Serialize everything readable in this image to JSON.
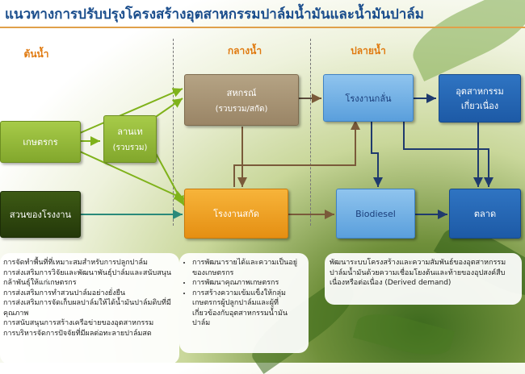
{
  "title": "แนวทางการปรับปรุงโครงสร้างอุตสาหกรรมปาล์มน้ำมันและน้ำมันปาล์ม",
  "phases": {
    "upstream": "ต้นน้ำ",
    "midstream": "กลางน้ำ",
    "downstream": "ปลายน้ำ"
  },
  "nodes": {
    "farmer": "เกษตรกร",
    "lan_te": "ลานเท",
    "lan_te_sub": "(รวบรวม)",
    "factory_garden": "สวนของโรงงาน",
    "cooperative": "สหกรณ์",
    "cooperative_sub": "(รวบรวม/สกัด)",
    "extraction_plant": "โรงงานสกัด",
    "refinery": "โรงงานกลั่น",
    "biodiesel": "Biodiesel",
    "related_industry_line1": "อุตสาหกรรม",
    "related_industry_line2": "เกี่ยวเนื่อง",
    "market": "ตลาด"
  },
  "notes": {
    "upstream": [
      "การจัดทำพื้นที่ที่เหมาะสมสำหรับการปลูกปาล์ม",
      "การส่งเสริมการวิจัยและพัฒนาพันธุ์ปาล์มและสนับสนุนกล้าพันธุ์ให้แก่เกษตรกร",
      "การส่งเสริมการทำสวนปาล์มอย่างยั่งยืน",
      "การส่งเสริมการจัดเก็บผลปาล์มให้ได้น้ำมันปาล์มดิบที่มีคุณภาพ",
      "การสนับสนุนการสร้างเครือข่ายของอุตสาหกรรม",
      "การบริหารจัดการปัจจัยที่มีผลต่อทะลายปาล์มสด"
    ],
    "midstream": [
      "การพัฒนารายได้และความเป็นอยู่ของเกษตรกร",
      "การพัฒนาคุณภาพเกษตรกร",
      "การสร้างความเข้มแข็งให้กลุ่มเกษตรกรผู้ปลูกปาล์มและผู้ที่เกี่ยวข้องกับอุตสาหกรรมน้ำมันปาล์ม"
    ],
    "downstream": "พัฒนาระบบโครงสร้างและความสัมพันธ์ของอุตสาหกรรมปาล์มน้ำมันด้วยความเชื่อมโยงต้นและท้ายของอุปสงค์สืบเนื่องหรือต่อเนื่อง (Derived demand)"
  },
  "colors": {
    "title": "#1a4d8c",
    "phase": "#e07a10",
    "arrow_green": "#7fb21a",
    "arrow_teal": "#2a8a7a",
    "arrow_brown": "#7a5a3a",
    "arrow_navy": "#1f3a6e"
  }
}
